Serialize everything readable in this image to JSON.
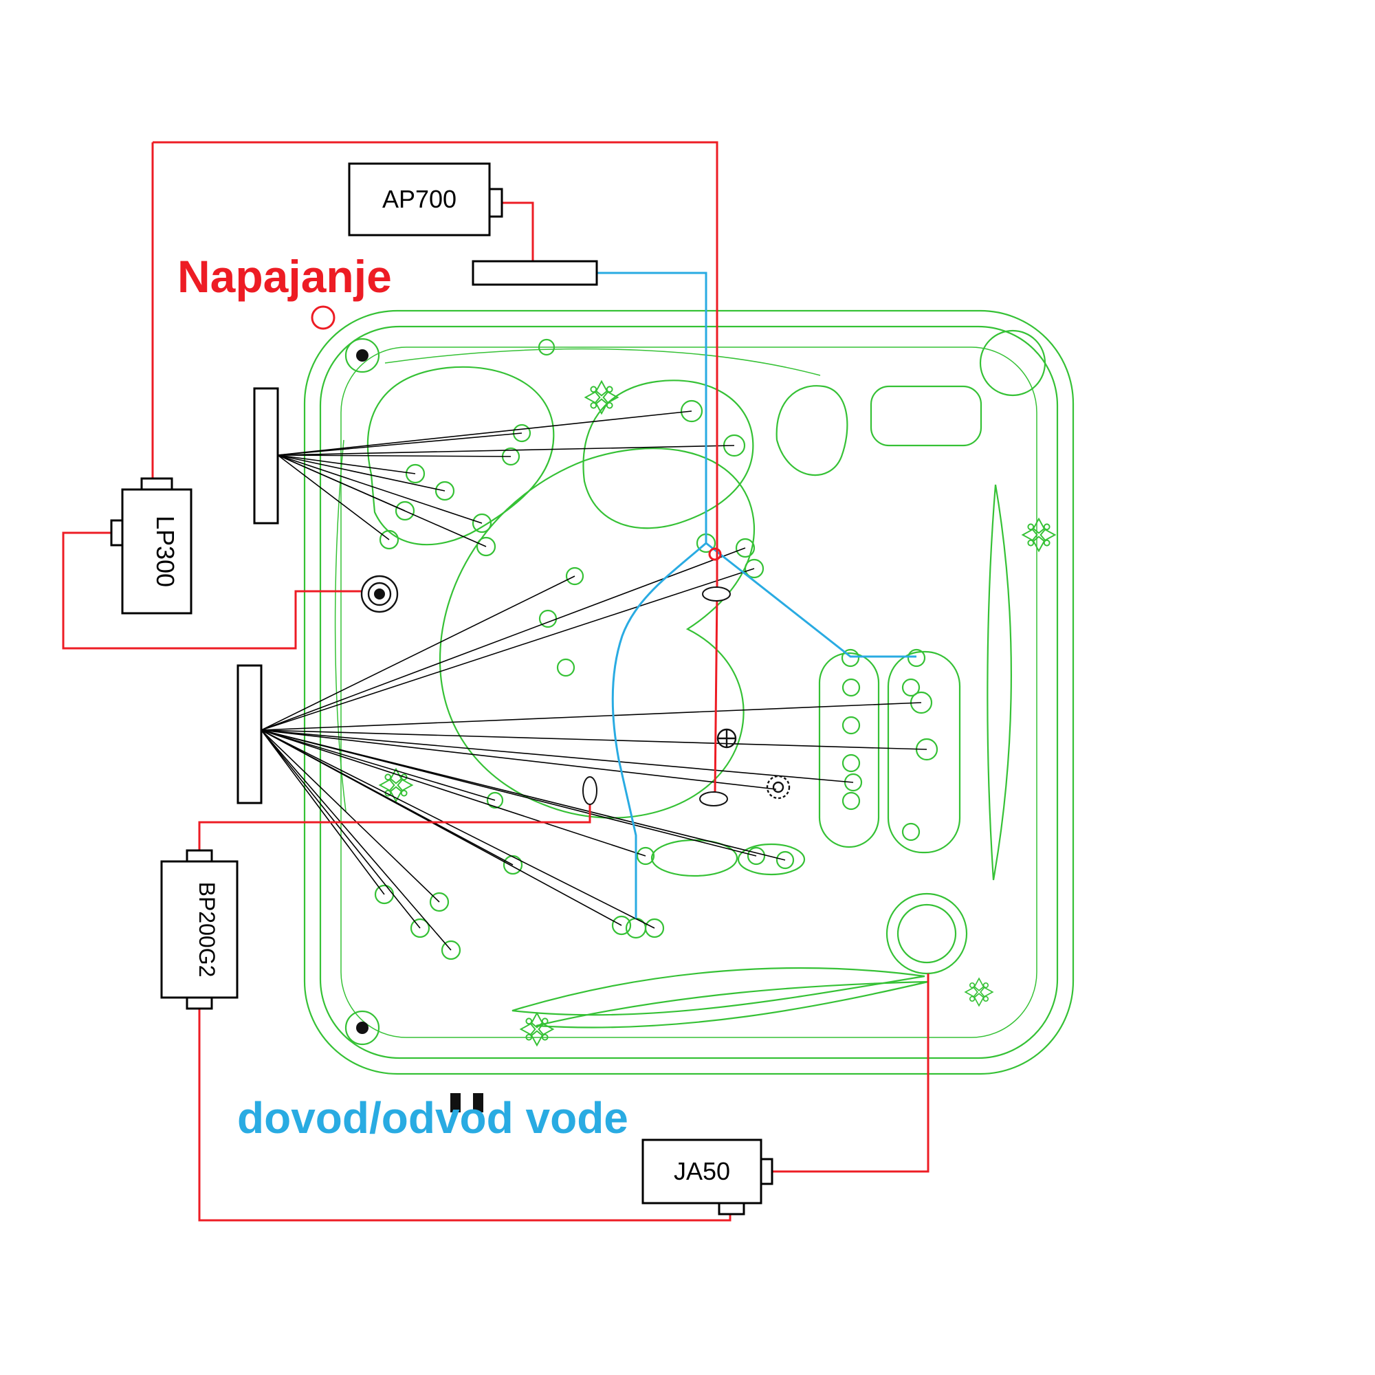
{
  "diagram": {
    "labels": {
      "power": "Napajanje",
      "water": "dovod/odvod vode"
    },
    "components": {
      "ap700": {
        "label": "AP700"
      },
      "lp300": {
        "label": "LP300"
      },
      "bp200g2": {
        "label": "BP200G2"
      },
      "ja50": {
        "label": "JA50"
      }
    },
    "colors": {
      "power_wire": "#ed1c24",
      "water_wire": "#29abe2",
      "tub_outline": "#35c135",
      "signal_wire": "#000000",
      "component_stroke": "#000000",
      "background": "#ffffff"
    }
  }
}
